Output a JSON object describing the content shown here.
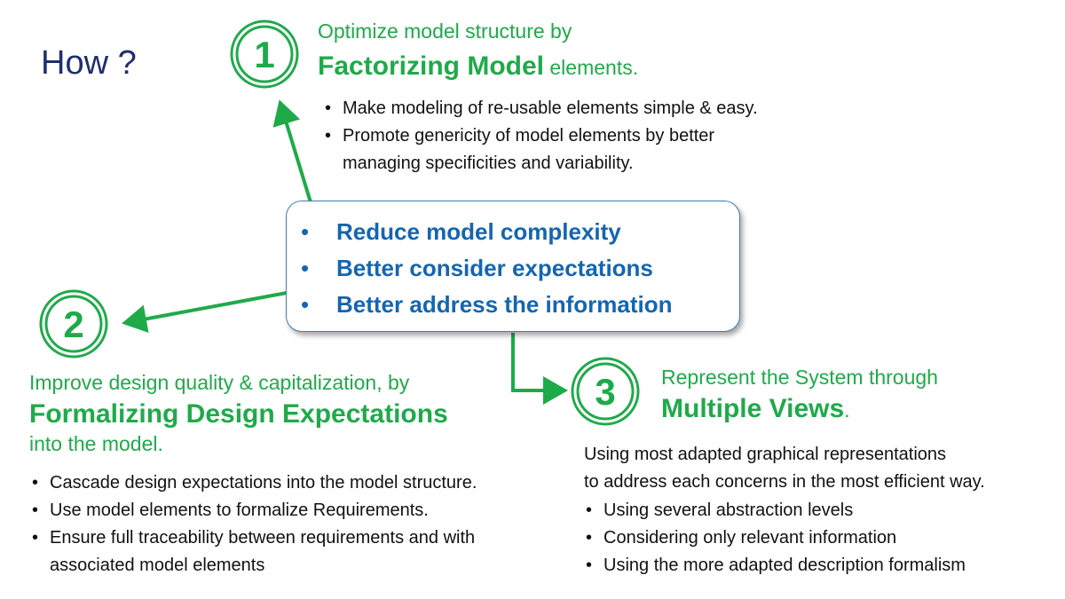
{
  "how_label": "How ?",
  "colors": {
    "green": "#1faa4a",
    "blue": "#1565b0",
    "navy": "#1f2f6e"
  },
  "center": {
    "items": [
      "Reduce model complexity",
      "Better consider expectations",
      "Better address the information"
    ]
  },
  "step1": {
    "number": "1",
    "line1": "Optimize model structure by",
    "bold": "Factorizing Model",
    "rest": " elements.",
    "bullets": [
      "Make modeling of re-usable elements simple & easy.",
      "Promote genericity of model elements by better",
      "managing specificities and variability."
    ]
  },
  "step2": {
    "number": "2",
    "line1": "Improve design quality & capitalization, by",
    "bold": "Formalizing Design Expectations",
    "line3": "into the model.",
    "bullets": [
      "Cascade design expectations into the model structure.",
      "Use model elements to formalize Requirements.",
      "Ensure full traceability between requirements and with",
      "associated model elements"
    ]
  },
  "step3": {
    "number": "3",
    "line1": "Represent the System through",
    "bold": "Multiple Views",
    "rest": ".",
    "intro": [
      "Using most adapted graphical representations",
      "to address each concerns in the most efficient way."
    ],
    "bullets": [
      "Using several abstraction levels",
      "Considering only relevant information",
      "Using the more adapted description formalism"
    ]
  }
}
